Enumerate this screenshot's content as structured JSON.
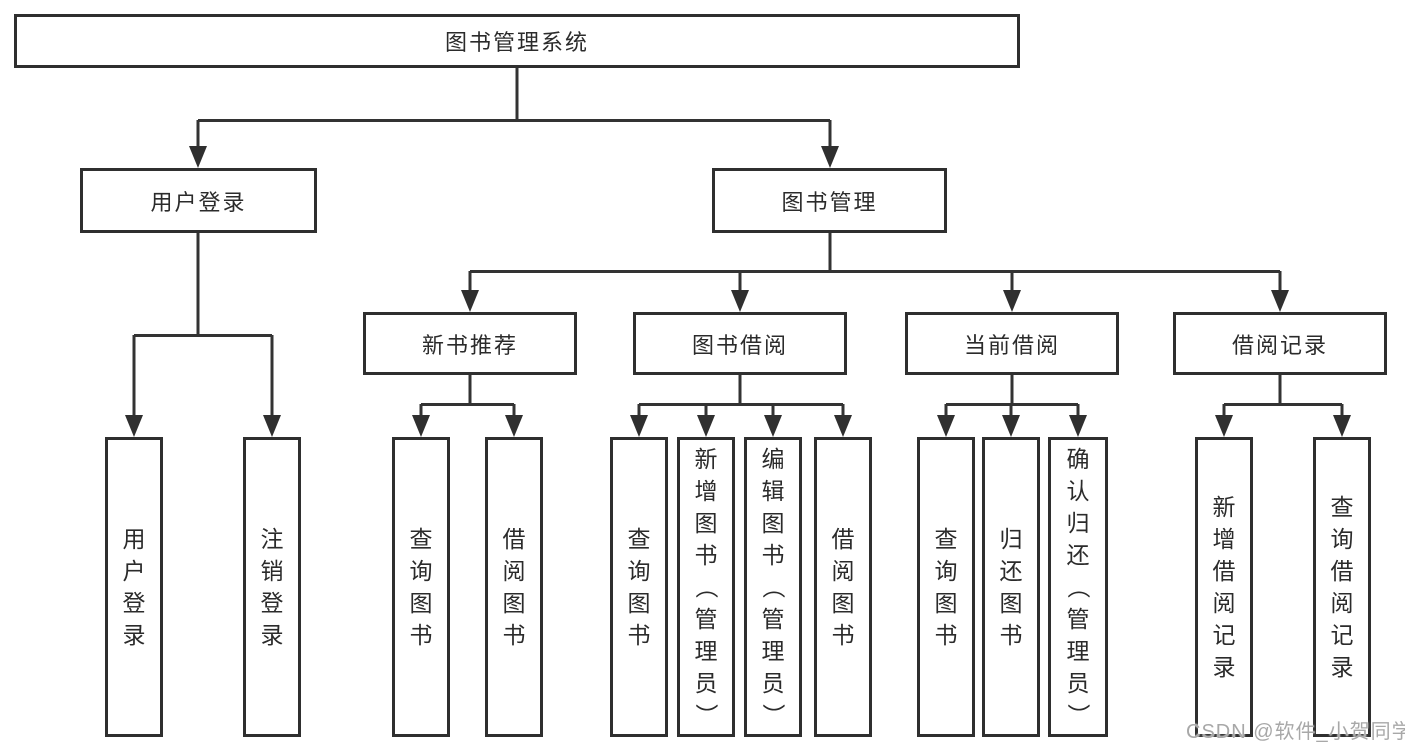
{
  "colors": {
    "box_border": "#2f2f2f",
    "connector_line": "#333333",
    "node_text": "#2b2b2b",
    "watermark_text": "#a3a3a3",
    "background": "#ffffff"
  },
  "tree": {
    "root": {
      "label": "图书管理系统"
    },
    "children": [
      {
        "label": "用户登录",
        "children": [
          {
            "label": "用户登录"
          },
          {
            "label": "注销登录"
          }
        ]
      },
      {
        "label": "图书管理",
        "children": [
          {
            "label": "新书推荐",
            "children": [
              {
                "label": "查询图书"
              },
              {
                "label": "借阅图书"
              }
            ]
          },
          {
            "label": "图书借阅",
            "children": [
              {
                "label": "查询图书"
              },
              {
                "label": "新增图书（管理员）"
              },
              {
                "label": "编辑图书（管理员）"
              },
              {
                "label": "借阅图书"
              }
            ]
          },
          {
            "label": "当前借阅",
            "children": [
              {
                "label": "查询图书"
              },
              {
                "label": "归还图书"
              },
              {
                "label": "确认归还（管理员）"
              }
            ]
          },
          {
            "label": "借阅记录",
            "children": [
              {
                "label": "新增借阅记录"
              },
              {
                "label": "查询借阅记录"
              }
            ]
          }
        ]
      }
    ]
  },
  "watermark": {
    "text": "CSDN @软件_小贺同学"
  }
}
